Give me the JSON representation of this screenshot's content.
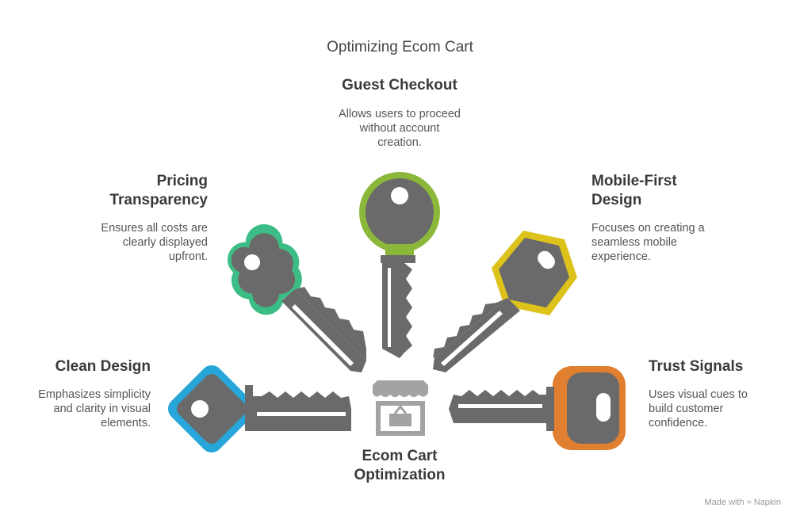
{
  "title": "Optimizing Ecom Cart",
  "center_label": "Ecom Cart\nOptimization",
  "items": {
    "guest": {
      "heading": "Guest Checkout",
      "desc": "Allows users to proceed\nwithout account\ncreation."
    },
    "pricing": {
      "heading": "Pricing\nTransparency",
      "desc": "Ensures all costs are\nclearly displayed\nupfront."
    },
    "mobile": {
      "heading": "Mobile-First\nDesign",
      "desc": "Focuses on creating a\nseamless mobile\nexperience."
    },
    "clean": {
      "heading": "Clean Design",
      "desc": "Emphasizes simplicity\nand clarity in visual\nelements."
    },
    "trust": {
      "heading": "Trust Signals",
      "desc": "Uses visual cues to\nbuild customer\nconfidence."
    }
  },
  "colors": {
    "guest": "#8bb83a",
    "pricing": "#3dbd86",
    "mobile": "#dcc21a",
    "clean": "#27a6d9",
    "trust": "#e07f2f",
    "key_body": "#6a6a6a",
    "store_icon": "#a3a3a3"
  },
  "footer": {
    "made_with": "Made with",
    "brand": "Napkin"
  }
}
